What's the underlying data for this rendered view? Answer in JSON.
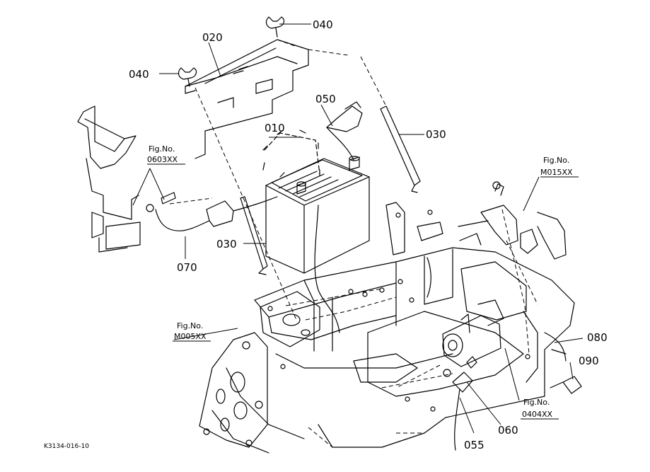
{
  "diagram": {
    "part_numbers": {
      "p010": "010",
      "p020": "020",
      "p030_upper": "030",
      "p030_lower": "030",
      "p040_top": "040",
      "p040_left": "040",
      "p050": "050",
      "p055": "055",
      "p060": "060",
      "p070": "070",
      "p080": "080",
      "p090": "090"
    },
    "figure_refs": {
      "ref_0603": {
        "label": "Fig.No.",
        "number": "0603XX"
      },
      "ref_m015": {
        "label": "Fig.No.",
        "number": "M015XX"
      },
      "ref_m005": {
        "label": "Fig.No.",
        "number": "M005XX"
      },
      "ref_0404": {
        "label": "Fig.No.",
        "number": "0404XX"
      }
    },
    "drawing_code": "K3134-016-10"
  }
}
